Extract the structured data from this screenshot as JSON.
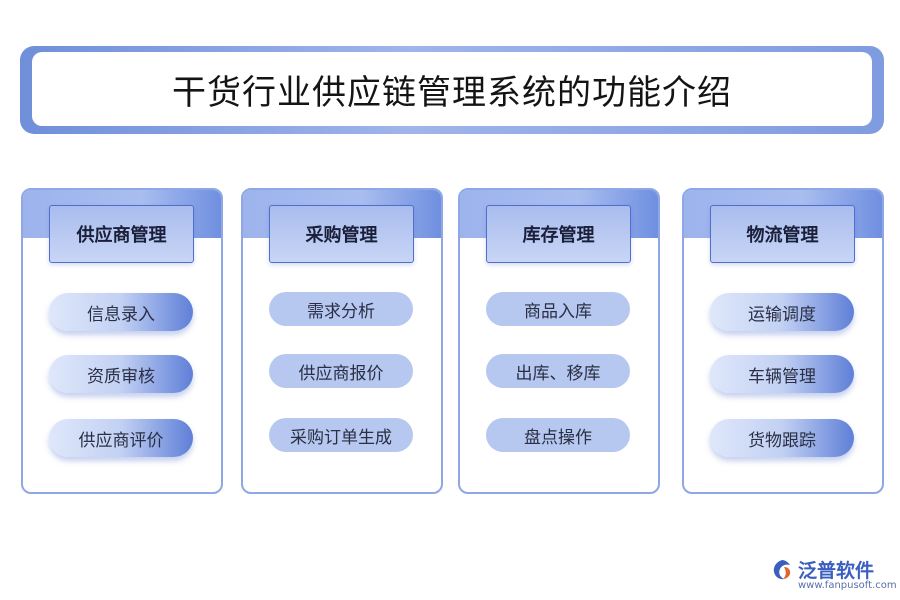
{
  "title": "干货行业供应链管理系统的功能介绍",
  "columns": [
    {
      "header": "供应商管理",
      "items": [
        "信息录入",
        "资质审核",
        "供应商评价"
      ]
    },
    {
      "header": "采购管理",
      "items": [
        "需求分析",
        "供应商报价",
        "采购订单生成"
      ]
    },
    {
      "header": "库存管理",
      "items": [
        "商品入库",
        "出库、移库",
        "盘点操作"
      ]
    },
    {
      "header": "物流管理",
      "items": [
        "运输调度",
        "车辆管理",
        "货物跟踪"
      ]
    }
  ],
  "logo": {
    "name": "泛普软件",
    "url": "www.fanpusoft.com"
  },
  "colors": {
    "accent": "#6f8fda",
    "pill": "#b6c7f0",
    "border": "#8fa7e6"
  }
}
